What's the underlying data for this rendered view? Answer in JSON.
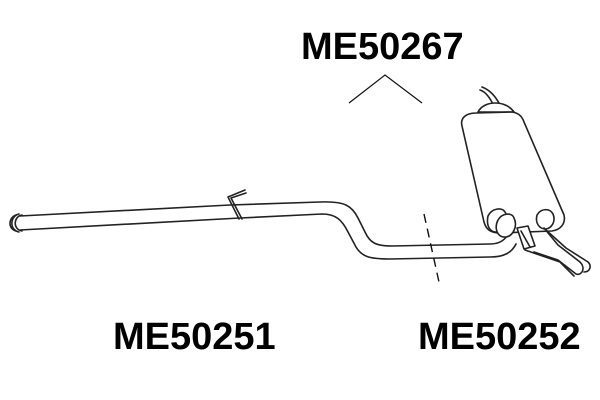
{
  "diagram": {
    "type": "exhaust-system-parts-diagram",
    "labels": {
      "rear_silencer": "ME50267",
      "front_pipe": "ME50251",
      "center_pipe": "ME50252"
    },
    "colors": {
      "line": "#222222",
      "text": "#000000",
      "background": "#ffffff"
    }
  }
}
